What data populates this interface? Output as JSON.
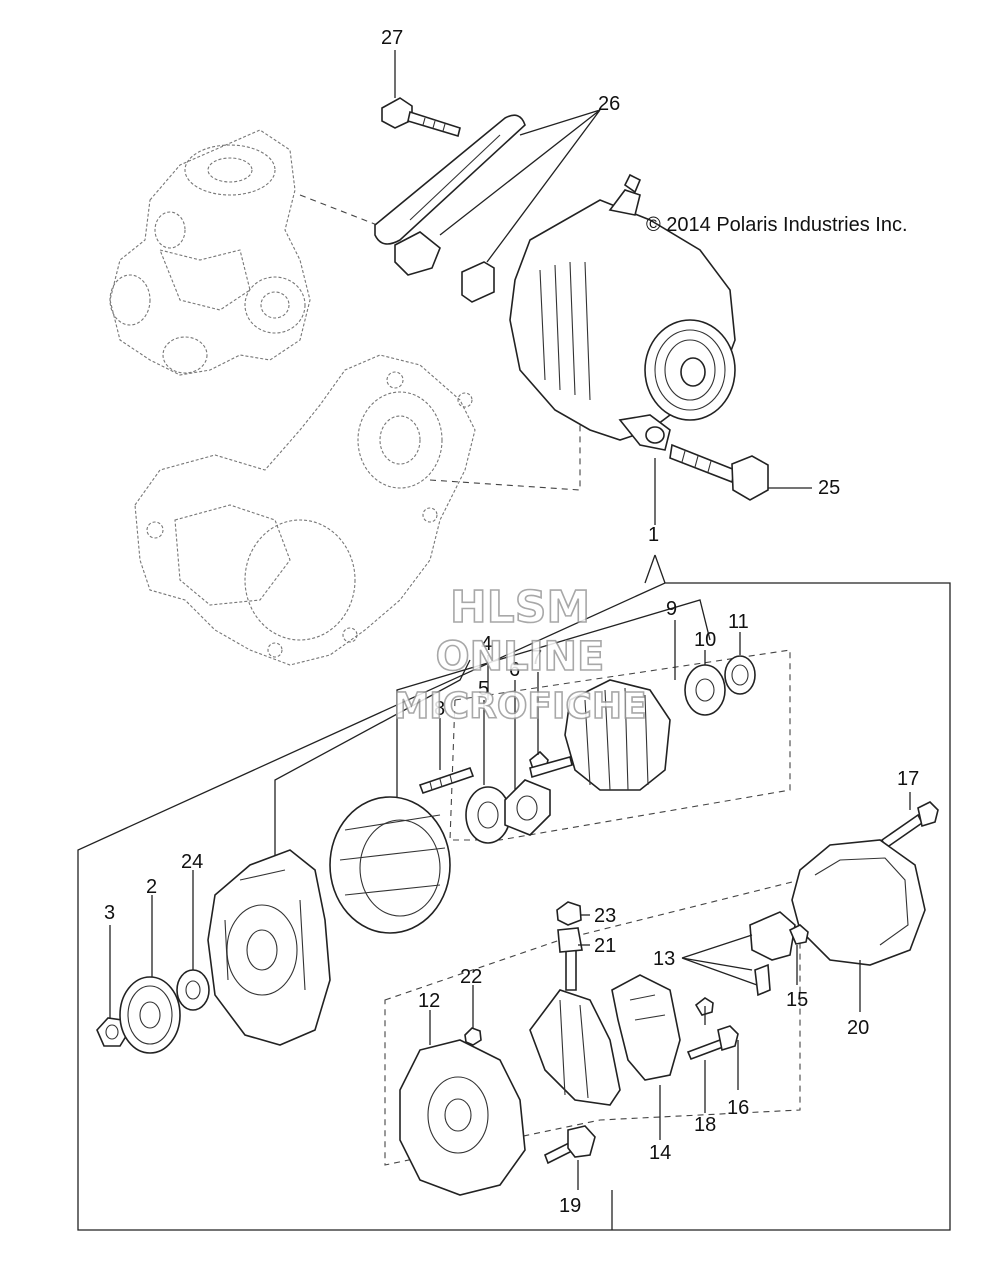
{
  "copyright": "© 2014 Polaris Industries Inc.",
  "watermark": {
    "line1": "HLSM",
    "line2": "ONLINE",
    "line3": "MICROFICHE"
  },
  "callouts": {
    "c1": "1",
    "c2": "2",
    "c3": "3",
    "c4": "4",
    "c5": "5",
    "c6": "6",
    "c7": "7",
    "c8": "8",
    "c9": "9",
    "c10": "10",
    "c11": "11",
    "c12": "12",
    "c13": "13",
    "c14": "14",
    "c15": "15",
    "c16": "16",
    "c17": "17",
    "c18": "18",
    "c19": "19",
    "c20": "20",
    "c21": "21",
    "c22": "22",
    "c23": "23",
    "c24": "24",
    "c25": "25",
    "c26": "26",
    "c27": "27"
  },
  "colors": {
    "line": "#222222",
    "background": "#ffffff",
    "watermark_outline": "#999999"
  }
}
